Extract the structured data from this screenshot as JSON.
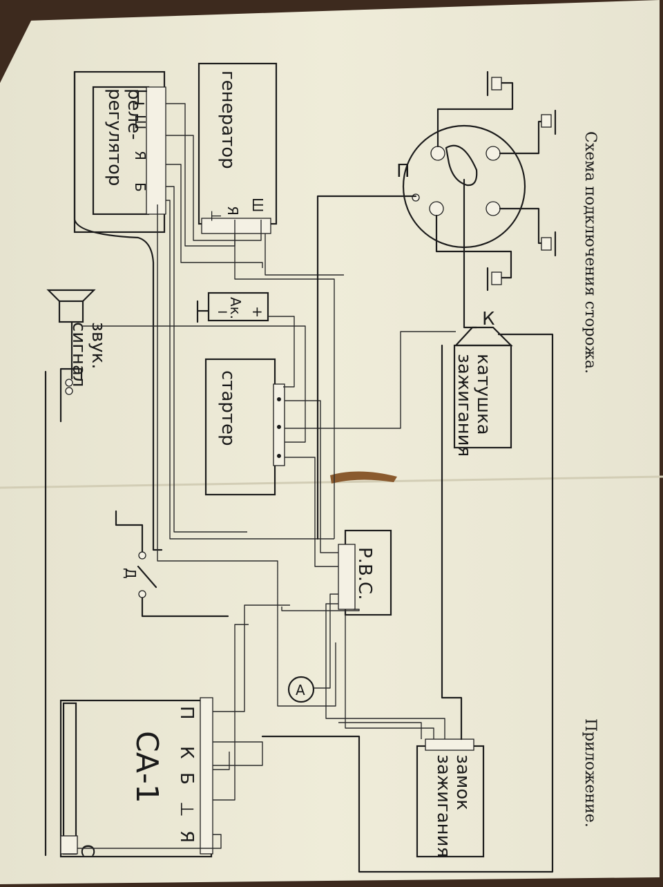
{
  "diagram": {
    "title": "Схема подключения сторожа.",
    "appendix_label": "Приложение.",
    "components": {
      "generator": {
        "label": "генератор",
        "terminals": [
          "Ш",
          "Я",
          "⊥"
        ]
      },
      "relay_regulator": {
        "label_line1": "реле-",
        "label_line2": "регулятор",
        "terminals": [
          "Ш",
          "Я",
          "Б"
        ]
      },
      "battery": {
        "label": "Ак.",
        "plus": "+",
        "minus": "−"
      },
      "starter": {
        "label": "стартер"
      },
      "ignition_coil": {
        "label_line1": "катушка",
        "label_line2": "зажигания",
        "terminal_k": "К"
      },
      "distributor": {
        "terminal_p": "П"
      },
      "horn": {
        "label_line1": "звук.",
        "label_line2": "сигнал"
      },
      "rvs": {
        "label": "Р.В.С."
      },
      "ammeter": {
        "label": "A"
      },
      "door_switch": {
        "label": "Д"
      },
      "ignition_lock": {
        "label_line1": "замок",
        "label_line2": "зажигания"
      },
      "alarm_unit": {
        "label": "СА-1",
        "terminals": [
          "П",
          "К",
          "Б",
          "⊥",
          "Я"
        ],
        "terminal_c": "С"
      }
    }
  }
}
